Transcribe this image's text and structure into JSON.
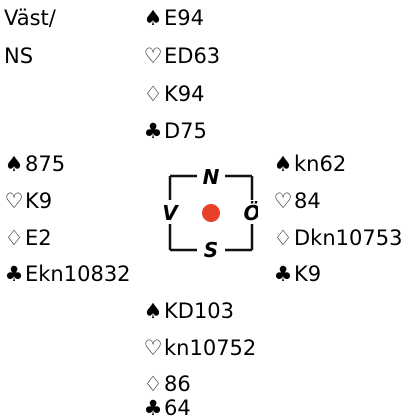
{
  "header": {
    "dealer_line1": "Väst/",
    "dealer_line2": "NS"
  },
  "suits": {
    "spades": "♠",
    "hearts": "♡",
    "diamonds": "♢",
    "clubs": "♣"
  },
  "hands": {
    "north": {
      "spades": "E94",
      "hearts": "ED63",
      "diamonds": "K94",
      "clubs": "D75"
    },
    "west": {
      "spades": "875",
      "hearts": "K9",
      "diamonds": "E2",
      "clubs": "Ekn10832"
    },
    "east": {
      "spades": "kn62",
      "hearts": "84",
      "diamonds": "Dkn10753",
      "clubs": "K9"
    },
    "south": {
      "spades": "KD103",
      "hearts": "kn10752",
      "diamonds": "86",
      "clubs": "64"
    }
  },
  "compass": {
    "north": "N",
    "west": "V",
    "east": "Ö",
    "south": "S",
    "center_color": "#e8412a"
  }
}
